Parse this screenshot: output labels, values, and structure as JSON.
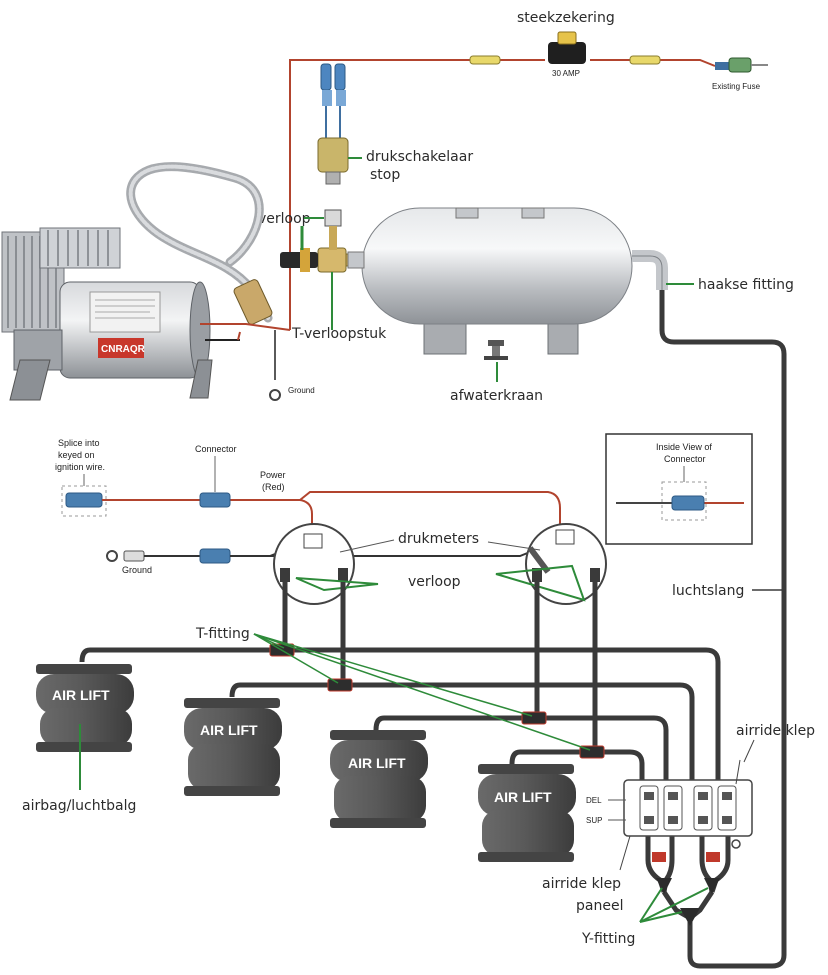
{
  "labels": {
    "steekzekering": "steekzekering",
    "amp": "30 AMP",
    "existing_fuse": "Existing Fuse",
    "drukschakelaar_1": "drukschakelaar",
    "drukschakelaar_2": "stop",
    "verloop_top": "verloop",
    "t_verloopstuk": "T-verloopstuk",
    "ground_top": "Ground",
    "afwaterkraan": "afwaterkraan",
    "haakse_fitting": "haakse fitting",
    "splice_1": "Splice into",
    "splice_2": "keyed on",
    "splice_3": "ignition wire.",
    "connector": "Connector",
    "power_1": "Power",
    "power_2": "(Red)",
    "ground_mid": "Ground",
    "inside_view_1": "Inside View of",
    "inside_view_2": "Connector",
    "drukmeters": "drukmeters",
    "verloop_mid": "verloop",
    "luchtslang": "luchtslang",
    "t_fitting": "T-fitting",
    "airride_klep": "airride klep",
    "airbag": "airbag/luchtbalg",
    "del": "DEL",
    "sup": "SUP",
    "airride_klep_paneel_1": "airride klep",
    "airride_klep_paneel_2": "paneel",
    "y_fitting": "Y-fitting",
    "air_lift": "AIR LIFT",
    "brand": "CNRAQR"
  },
  "colors": {
    "hose": "#3a3a3a",
    "wire_red": "#b2442e",
    "leader_green": "#2e8b3a",
    "tank": "#c9ccd0",
    "bellow": "#4a4a4a",
    "connector": "#4a7fb0"
  }
}
